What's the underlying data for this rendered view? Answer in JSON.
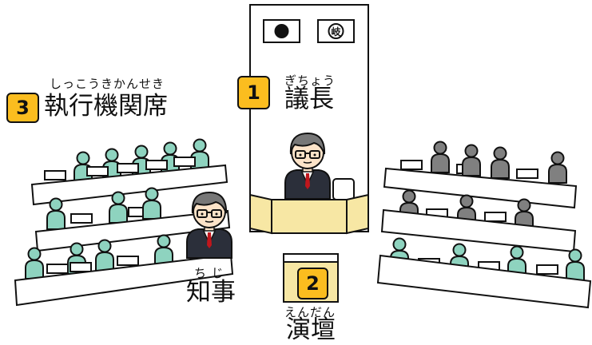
{
  "labels": {
    "executive": {
      "number": "3",
      "ruby": "しっこうきかんせき",
      "text": "執行機関席"
    },
    "speaker": {
      "number": "1",
      "ruby": "ぎちょう",
      "text": "議長"
    },
    "podium": {
      "number": "2",
      "ruby": "えんだん",
      "text": "演壇"
    },
    "governor": {
      "ruby": "ち じ",
      "text": "知事"
    }
  },
  "board": {
    "left_indicator": "black-circle-lamp",
    "right_indicator_text": "岐"
  },
  "colors": {
    "gold": "#fbbd1f",
    "desk_yellow": "#f7e7a4",
    "member_teal": "#8ed3bf",
    "member_gray": "#808080",
    "outline": "#111111"
  }
}
